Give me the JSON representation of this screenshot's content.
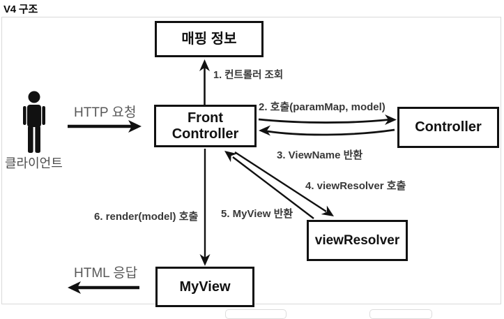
{
  "title": "V4 구조",
  "diagram": {
    "nodes": {
      "mapping_info": {
        "label": "매핑 정보"
      },
      "front_controller": {
        "label": "Front Controller"
      },
      "controller": {
        "label": "Controller"
      },
      "view_resolver": {
        "label": "viewResolver"
      },
      "my_view": {
        "label": "MyView"
      }
    },
    "actor": {
      "label": "클라이언트",
      "icon": "person-icon"
    },
    "edges": [
      {
        "label": "1. 컨트롤러 조회",
        "from": "front_controller",
        "to": "mapping_info"
      },
      {
        "label": "2. 호출(paramMap, model)",
        "from": "front_controller",
        "to": "controller"
      },
      {
        "label": "3. ViewName 반환",
        "from": "controller",
        "to": "front_controller"
      },
      {
        "label": "4. viewResolver 호출",
        "from": "front_controller",
        "to": "view_resolver"
      },
      {
        "label": "5. MyView 반환",
        "from": "view_resolver",
        "to": "front_controller"
      },
      {
        "label": "6. render(model) 호출",
        "from": "front_controller",
        "to": "my_view"
      }
    ],
    "flows": {
      "http_request": {
        "label": "HTTP 요청"
      },
      "html_response": {
        "label": "HTML 응답"
      }
    }
  },
  "colors": {
    "node_border": "#111111",
    "frame_border": "#d9d9d9",
    "arrow": "#111111",
    "step_text": "#383838",
    "muted_text": "#585858"
  }
}
